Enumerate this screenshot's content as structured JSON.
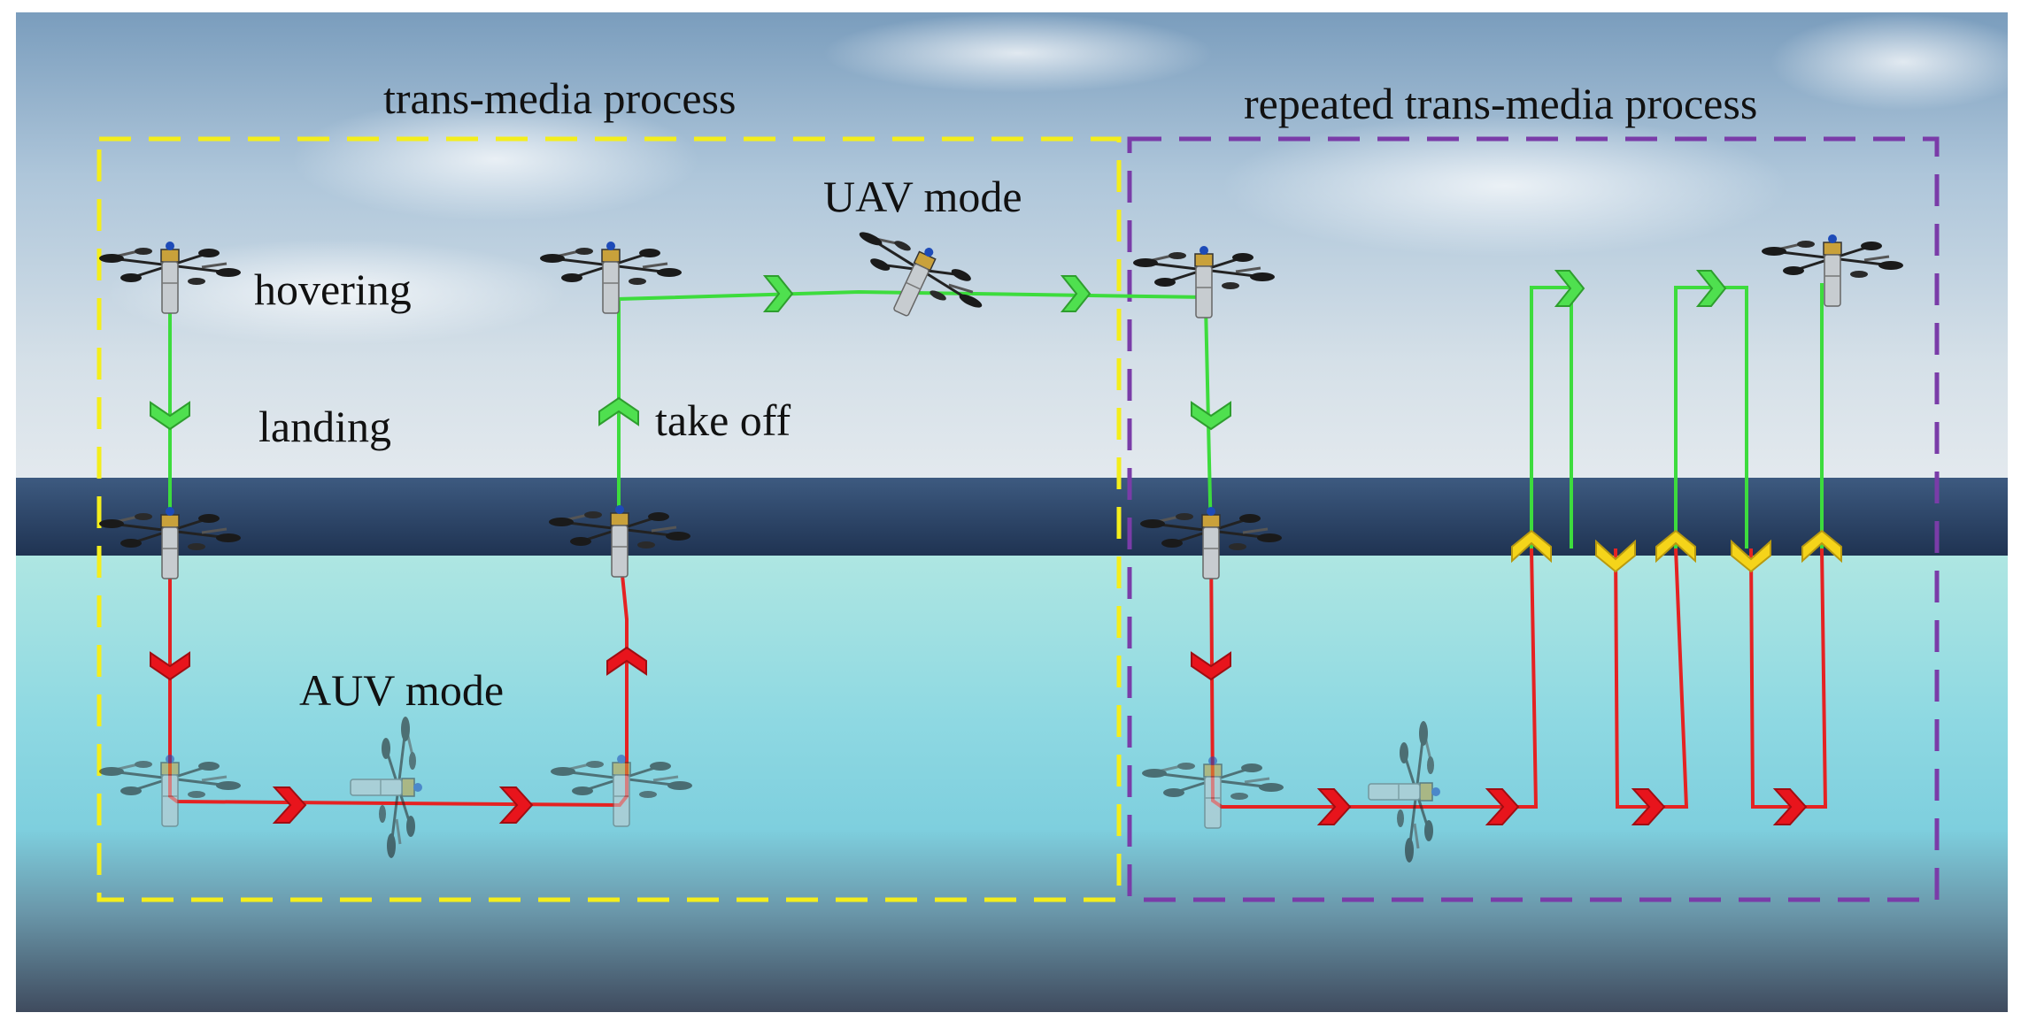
{
  "titles": {
    "left": "trans-media process",
    "right": "repeated trans-media process"
  },
  "labels": {
    "hovering": "hovering",
    "landing": "landing",
    "take_off": "take off",
    "uav_mode": "UAV mode",
    "auv_mode": "AUV mode"
  },
  "colors": {
    "air_path": "#3ddc3d",
    "water_path": "#e52222",
    "surface_marker": "#f2d21b",
    "left_box": "#f4ee1c",
    "right_box": "#7a3ca8",
    "sky_top": "#7c9fbf",
    "sea_dark": "#2e4566",
    "water_light": "#a9e4df",
    "water_deep": "#4a5b6e"
  },
  "icons": [
    "drone-icon"
  ]
}
